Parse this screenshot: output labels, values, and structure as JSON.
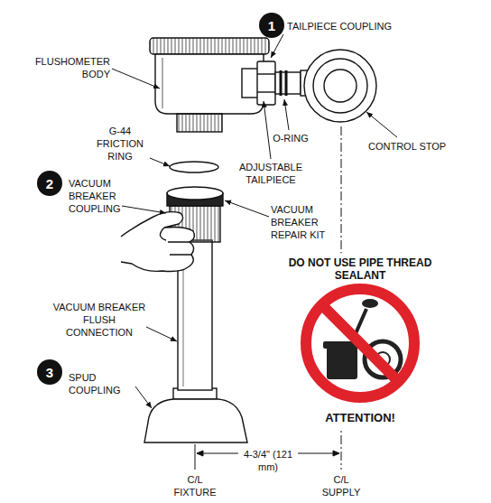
{
  "diagram": {
    "nodes": [
      {
        "text": [
          "1"
        ]
      },
      {
        "text": [
          "2"
        ]
      },
      {
        "text": [
          "DO NOT USE PIPE THREAD SEALANT",
          "ATTENTION!"
        ]
      },
      {
        "text": [
          "3"
        ]
      }
    ],
    "labels": [
      "TAILPIECE COUPLING",
      "FLUSHOMETER BODY",
      "G-44 FRICTION RING",
      "O-RING",
      "CONTROL STOP",
      "ADJUSTABLE TAILPIECE",
      "VACUUM BREAKER COUPLING",
      "VACUUM BREAKER REPAIR KIT",
      "VACUUM BREAKER FLUSH CONNECTION",
      "SPUD COUPLING",
      "4-3/4\" (121 mm)",
      "C/L FIXTURE",
      "C/L SUPPLY"
    ]
  }
}
